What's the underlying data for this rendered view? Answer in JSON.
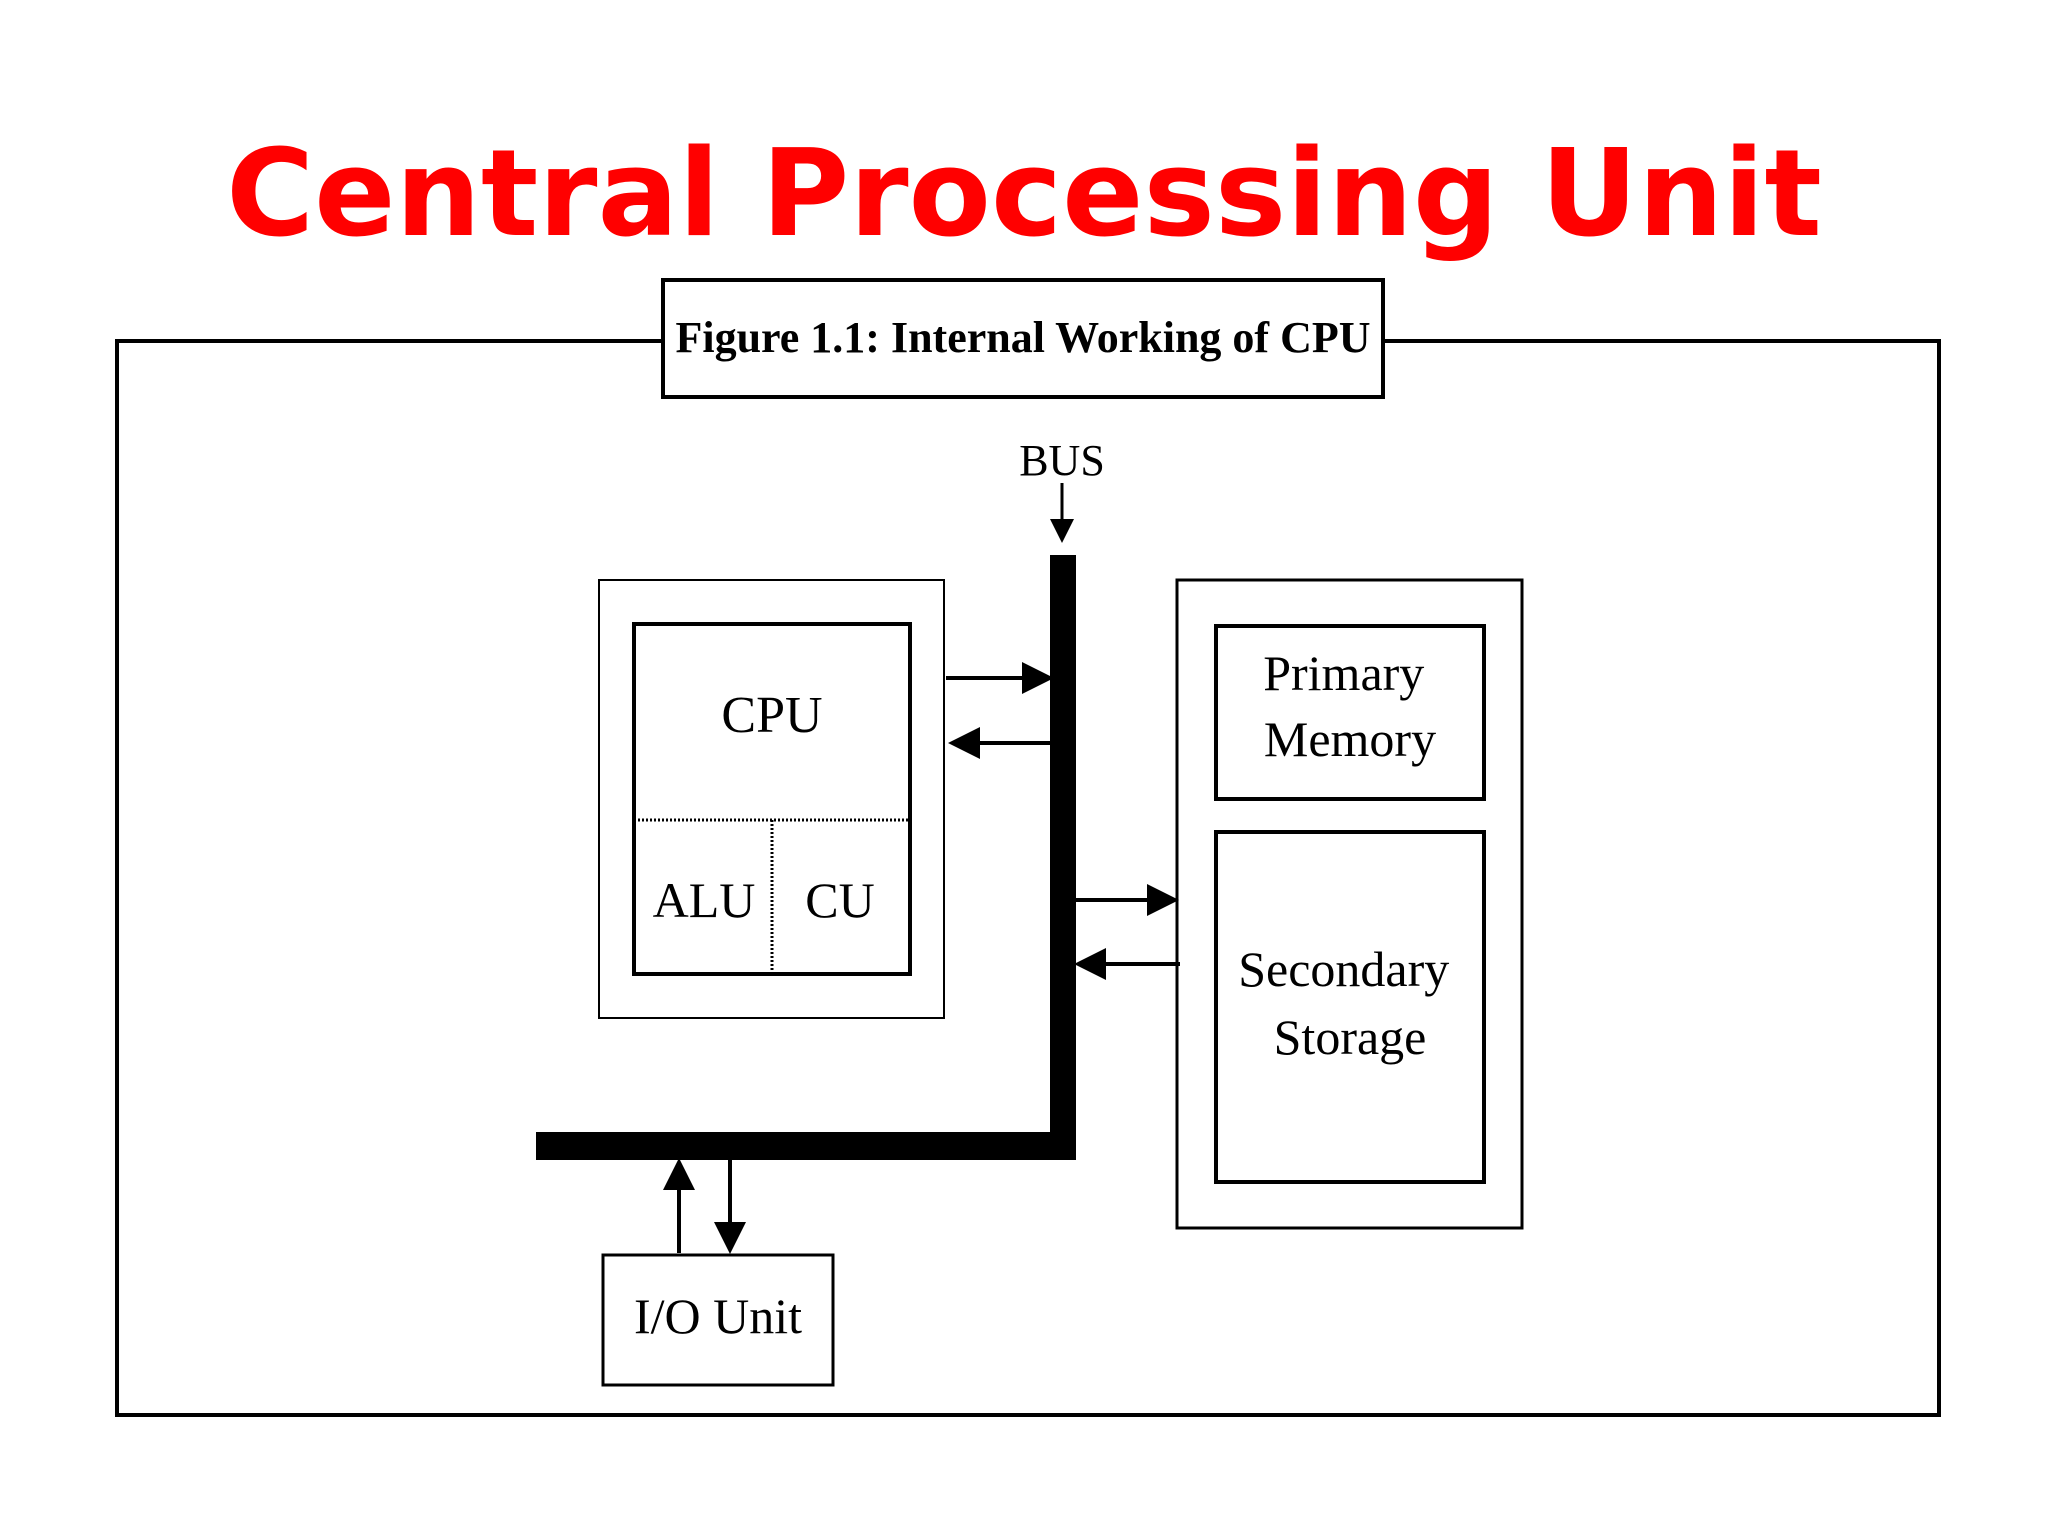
{
  "slide": {
    "title": "Central Processing Unit",
    "title_color": "#ff0000"
  },
  "figure": {
    "caption": "Figure 1.1: Internal Working of CPU",
    "bus_label": "BUS",
    "cpu_label": "CPU",
    "alu_label": "ALU",
    "cu_label": "CU",
    "primary_memory_label": [
      "Primary",
      "Memory"
    ],
    "secondary_storage_label": [
      "Secondary",
      "Storage"
    ],
    "io_unit_label": "I/O Unit"
  }
}
